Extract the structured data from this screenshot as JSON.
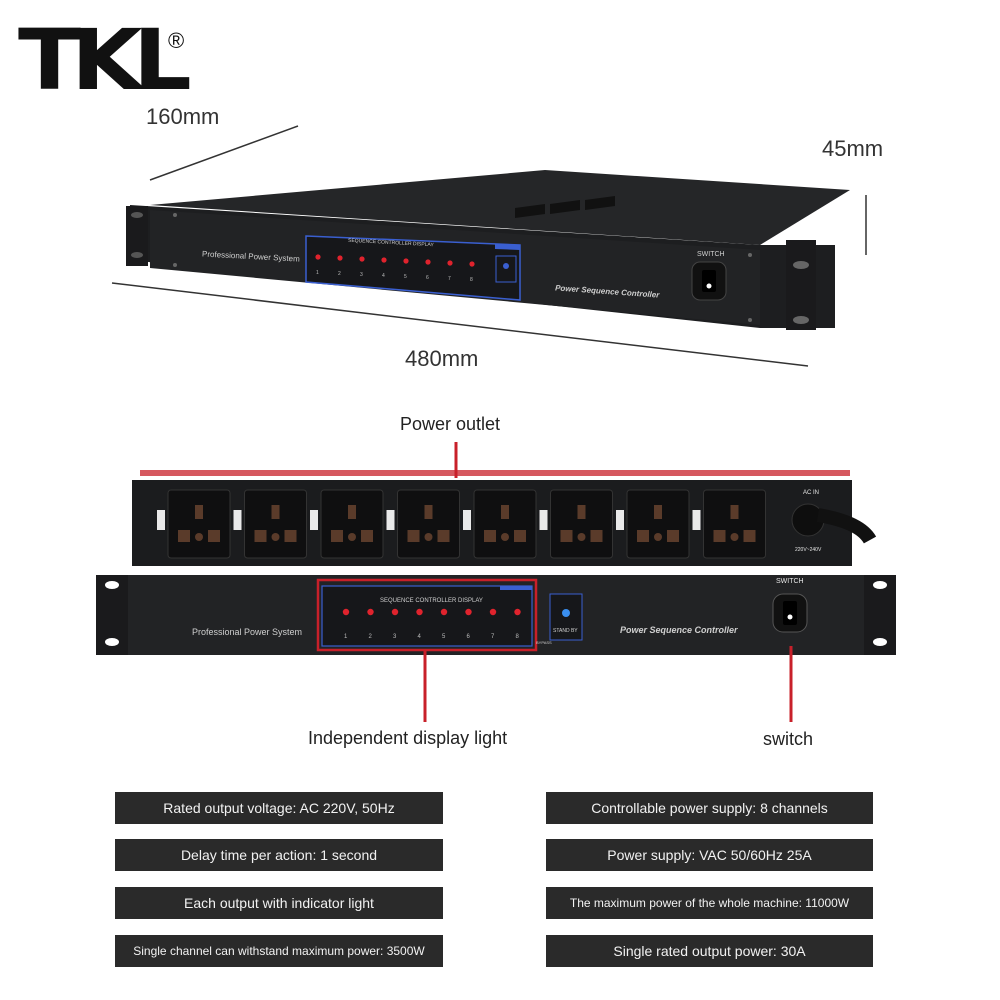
{
  "logo": {
    "text": "TKL",
    "registered": "®"
  },
  "dimensions": {
    "depth": "160mm",
    "height": "45mm",
    "width": "480mm"
  },
  "unit": {
    "brand_label": "Professional Power System",
    "model_label": "Power Sequence Controller",
    "display_header": "SEQUENCE CONTROLLER DISPLAY",
    "channels": [
      "1",
      "2",
      "3",
      "4",
      "5",
      "6",
      "7",
      "8"
    ],
    "switch_label": "SWITCH",
    "standby_label": "STAND BY",
    "bypass_label": "BYPASS",
    "ac_in_label": "AC IN",
    "voltage_label": "220V~240V"
  },
  "callouts": {
    "power_outlet": "Power outlet",
    "display_light": "Independent display light",
    "switch": "switch"
  },
  "specs": {
    "left": [
      "Rated output voltage: AC 220V, 50Hz",
      "Delay time per action: 1 second",
      "Each output with indicator light",
      "Single channel can withstand maximum power: 3500W"
    ],
    "right": [
      "Controllable power supply: 8 channels",
      "Power supply: VAC 50/60Hz 25A",
      "The maximum power of the whole machine: 11000W",
      "Single rated output power: 30A"
    ]
  },
  "colors": {
    "callout_red": "#c8202a",
    "led_red": "#e0232d",
    "badge_bg": "#2a2a2a",
    "panel_blue": "#3a5fd0"
  }
}
